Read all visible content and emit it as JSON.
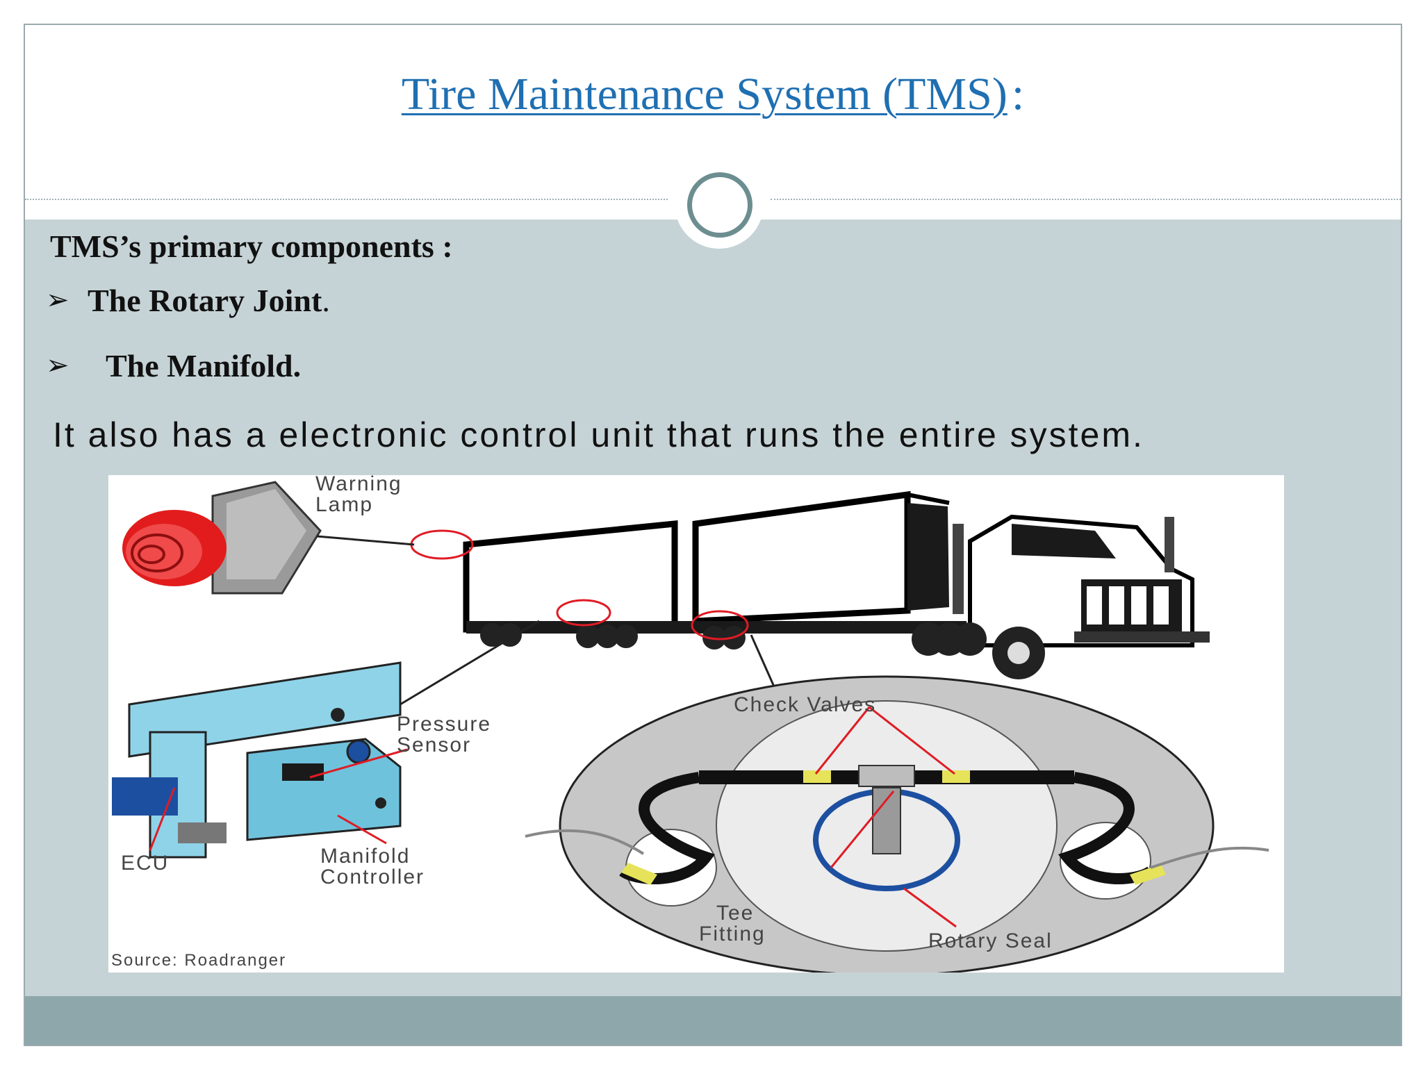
{
  "title": {
    "text": "Tire Maintenance System (TMS)",
    "colon": ":"
  },
  "content": {
    "heading": "TMS’s primary components :",
    "bullets": [
      {
        "marker": "➢",
        "text": "The Rotary Joint",
        "suffix": "."
      },
      {
        "marker": "➢",
        "text": "The Manifold."
      }
    ],
    "description": "It also has a electronic control unit that runs the entire system."
  },
  "diagram": {
    "labels": {
      "warning_lamp": [
        "Warning",
        "Lamp"
      ],
      "pressure_sensor": [
        "Pressure",
        "Sensor"
      ],
      "ecu": "ECU",
      "manifold_controller": [
        "Manifold",
        "Controller"
      ],
      "check_valves": "Check Valves",
      "tee_fitting": [
        "Tee",
        "Fitting"
      ],
      "rotary_seal": "Rotary Seal",
      "source": "Source: Roadranger"
    },
    "colors": {
      "callout": "#e01b24",
      "lamp": "#e21c1c",
      "manifold_body": "#8fd3e8",
      "seal": "#1d4fa0",
      "fitting": "#e6e35a",
      "wheel": "#c7c7c7"
    }
  },
  "theme": {
    "title_color": "#1f6fb2",
    "body_band": "#c6d3d6",
    "footer_band": "#8ea7aa",
    "ring_color": "#6d8e90"
  }
}
